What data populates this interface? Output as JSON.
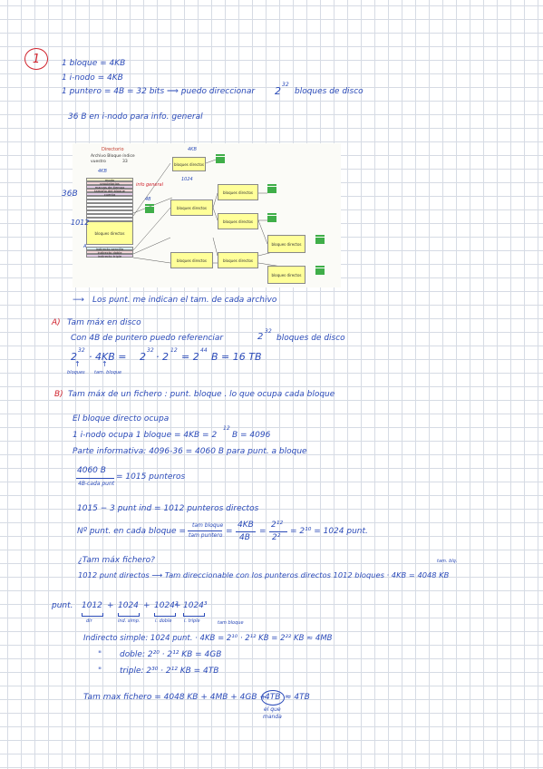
{
  "problem_number": "1",
  "header": {
    "line1": "1 bloque = 4KB",
    "line2": "1 i-nodo = 4KB",
    "line3": "1 puntero = 4B = 32 bits ⟹ puedo direccionar",
    "line3_pow": "2",
    "line3_exp": "32",
    "line3_tail": "bloques de disco",
    "line4": "36 B en i-nodo para info. general"
  },
  "diagram": {
    "title": "Directorio",
    "subtitle": "Archivo Bloque índice",
    "file": "vuestro",
    "file_num": "33",
    "inode_rows": [
      "modo",
      "propietarios",
      "marcas de tiempo",
      "tamaño del bloque",
      "cuenta",
      "",
      "",
      "",
      "",
      "",
      "",
      "",
      "",
      "indirecto sencillo",
      "indirecto doble",
      "indirecto triple"
    ],
    "block_label": "bloques directos",
    "ann_4kb_top": "4KB",
    "ann_4kb_left": "4KB",
    "ann_1024_top": "1024",
    "ann_36b": "36B",
    "ann_1012": "1012",
    "ann_info": "info general",
    "ann_4b": "4B",
    "ann_a": "A"
  },
  "note_arrow": "⟶",
  "note": "Los punt. me indican el tam. de cada archivo",
  "partA": {
    "label": "A)",
    "title": "Tam máx en disco",
    "l1": "Con 4B de puntero puedo referenciar",
    "l1_pow": "2",
    "l1_exp": "32",
    "l1_tail": "bloques de disco",
    "l2_a": "2",
    "l2_a_exp": "32",
    "l2_b": "· 4KB =",
    "l2_c": "2",
    "l2_c_exp": "32",
    "l2_d": "· 2",
    "l2_d_exp": "12",
    "l2_e": "= 2",
    "l2_e_exp": "44",
    "l2_f": "B = 16 TB",
    "l2_label1": "bloques",
    "l2_label2": "tam. bloque"
  },
  "partB": {
    "label": "B)",
    "title": "Tam máx de un fichero : punt. bloque . lo que ocupa cada bloque",
    "l1": "El bloque directo ocupa",
    "l2": "1 i-nodo ocupa 1 bloque = 4KB = 2",
    "l2_exp": "12",
    "l2_tail": "B = 4096",
    "l3": "Parte informativa: 4096-36 = 4060 B para punt. a bloque",
    "frac_num": "4060 B",
    "frac_den": "4B-cada punt",
    "frac_res": "= 1015 punteros",
    "l4": "1015 − 3 punt ind = 1012 punteros directos",
    "l5_a": "Nº punt. en cada bloque =",
    "l5_fn1": "tam bloque",
    "l5_fd1": "tam puntero",
    "l5_eq1": "=",
    "l5_fn2": "4KB",
    "l5_fd2": "4B",
    "l5_eq2": "=",
    "l5_fn3": "2¹²",
    "l5_fd3": "2²",
    "l5_tail": "= 2¹⁰ = 1024 punt.",
    "q": "¿Tam máx fichero?",
    "tam_blq": "tam. blq.",
    "l6": "1012 punt directos ⟶ Tam direccionable con los punteros directos 1012 bloques · 4KB = 4048 KB",
    "sum_label": "punt.",
    "sum_a": "1012",
    "sum_p1": "+",
    "sum_b": "1024",
    "sum_p2": "+",
    "sum_c": "1024²",
    "sum_p3": "+",
    "sum_d": "1024³",
    "sum_la": "dir",
    "sum_lb": "ind. simp.",
    "sum_lc": "i. doble",
    "sum_ld": "i. triple",
    "tam_bloque_small": "tam bloque",
    "is_a": "Indirecto simple: 1024 punt. · 4KB = 2¹⁰ · 2¹² KB = 2²² KB ≈ 4MB",
    "id_q": "\"",
    "id": "doble: 2²⁰ · 2¹² KB = 4GB",
    "it_q": "\"",
    "it": "triple: 2³⁰ · 2¹² KB = 4TB",
    "tf_a": "Tam max fichero = 4048 KB + 4MB + 4GB +",
    "tf_b": "4TB",
    "tf_c": "≈ 4TB",
    "tf_note1": "el que",
    "tf_note2": "manda"
  }
}
